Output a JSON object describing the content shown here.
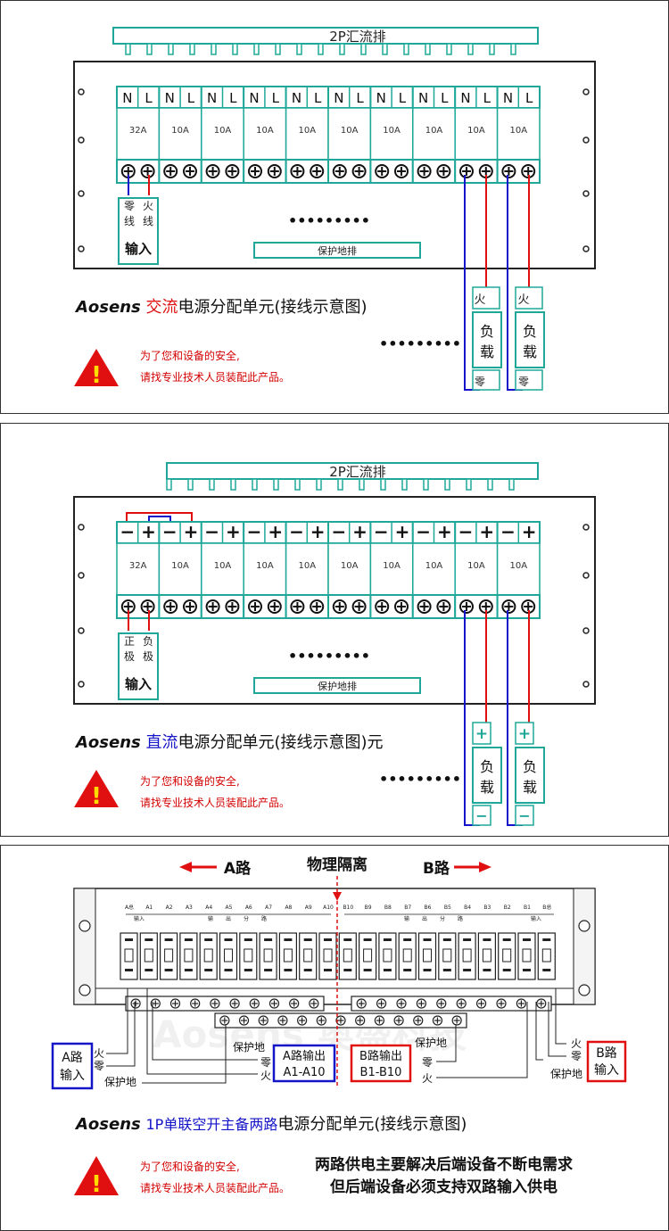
{
  "panel_ac": {
    "busbar_label": "2P汇流排",
    "terminal_pairs": [
      [
        "N",
        "L"
      ],
      [
        "N",
        "L"
      ],
      [
        "N",
        "L"
      ],
      [
        "N",
        "L"
      ],
      [
        "N",
        "L"
      ],
      [
        "N",
        "L"
      ],
      [
        "N",
        "L"
      ],
      [
        "N",
        "L"
      ],
      [
        "N",
        "L"
      ],
      [
        "N",
        "L"
      ]
    ],
    "breaker_ratings": [
      "32A",
      "10A",
      "10A",
      "10A",
      "10A",
      "10A",
      "10A",
      "10A",
      "10A",
      "10A"
    ],
    "input_wires": [
      "零线",
      "火线"
    ],
    "input_label": "输入",
    "ground_bar": "保护地排",
    "ellipsis": "•••••••••",
    "load_live": "火",
    "load_neutral": "零",
    "load_label": "负载",
    "caption_brand": "Aosens",
    "caption_type": "交流",
    "caption_rest": "电源分配单元(接线示意图)",
    "warning_line1": "为了您和设备的安全,",
    "warning_line2": "请找专业技术人员装配此产品。",
    "watermark": "Aosens 奥盛科技",
    "colors": {
      "accent": "#1fa89a",
      "red": "#e01010",
      "blue": "#1414c8"
    }
  },
  "panel_dc": {
    "busbar_label": "2P汇流排",
    "terminal_pairs": [
      [
        "−",
        "+"
      ],
      [
        "−",
        "+"
      ],
      [
        "−",
        "+"
      ],
      [
        "−",
        "+"
      ],
      [
        "−",
        "+"
      ],
      [
        "−",
        "+"
      ],
      [
        "−",
        "+"
      ],
      [
        "−",
        "+"
      ],
      [
        "−",
        "+"
      ],
      [
        "−",
        "+"
      ]
    ],
    "breaker_ratings": [
      "32A",
      "10A",
      "10A",
      "10A",
      "10A",
      "10A",
      "10A",
      "10A",
      "10A",
      "10A"
    ],
    "input_wires": [
      "正极",
      "负极"
    ],
    "input_label": "输入",
    "ground_bar": "保护地排",
    "ellipsis": "•••••••••",
    "load_pos": "+",
    "load_neg": "−",
    "load_label": "负载",
    "caption_brand": "Aosens",
    "caption_type": "直流",
    "caption_rest": "电源分配单元(接线示意图)元",
    "warning_line1": "为了您和设备的安全,",
    "warning_line2": "请找专业技术人员装配此产品。",
    "watermark": "Aosens 奥盛科技"
  },
  "panel_ab": {
    "route_a": "A路",
    "route_b": "B路",
    "isolation": "物理隔离",
    "a_top_labels": [
      "A总",
      "A1",
      "A2",
      "A3",
      "A4",
      "A5",
      "A6",
      "A7",
      "A8",
      "A9",
      "A10"
    ],
    "b_top_labels": [
      "B10",
      "B9",
      "B8",
      "B7",
      "B6",
      "B5",
      "B4",
      "B3",
      "B2",
      "B1",
      "B总"
    ],
    "a_sub": [
      "输入",
      "输",
      "出",
      "分",
      "路"
    ],
    "b_sub": [
      "输",
      "出",
      "分",
      "路",
      "输入"
    ],
    "a_input_box": [
      "A路",
      "输入"
    ],
    "b_input_box": [
      "B路",
      "输入"
    ],
    "a_output_box": [
      "A路输出",
      "A1-A10"
    ],
    "b_output_box": [
      "B路输出",
      "B1-B10"
    ],
    "a_live": "火",
    "a_neutral": "零",
    "a_ground": "保护地",
    "center_ground": "保护地",
    "mid_a_neutral": "零",
    "mid_a_live": "火",
    "mid_b_ground": "保护地",
    "mid_b_neutral": "零",
    "mid_b_live": "火",
    "b_live": "火",
    "b_neutral": "零",
    "b_ground": "保护地",
    "caption_brand": "Aosens",
    "caption_type": "1P单联空开主备两路",
    "caption_rest": "电源分配单元(接线示意图)",
    "warning_line1": "为了您和设备的安全,",
    "warning_line2": "请找专业技术人员装配此产品。",
    "note_line1": "两路供电主要解决后端设备不断电需求",
    "note_line2": "但后端设备必须支持双路输入供电",
    "watermark": "Aosens 奥盛科技"
  }
}
